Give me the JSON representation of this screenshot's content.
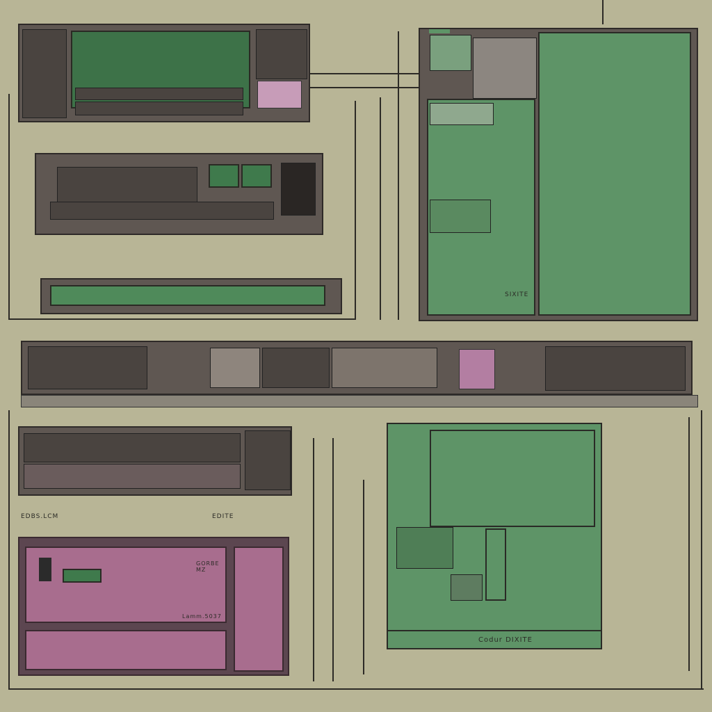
{
  "labels": {
    "left_module_label": "EDBS.LCM",
    "center_module_label": "EDITE",
    "green_cabinet_label": "SIXITE",
    "green_unit_footer": "Codur DIXITE",
    "pink_panel_label": "GORBE MZ",
    "pink_panel_caption": "Lamm.5037"
  },
  "colors": {
    "background": "#b8b596",
    "device": "#5f5752",
    "green": "#5e9467",
    "pink": "#a86d8e"
  }
}
